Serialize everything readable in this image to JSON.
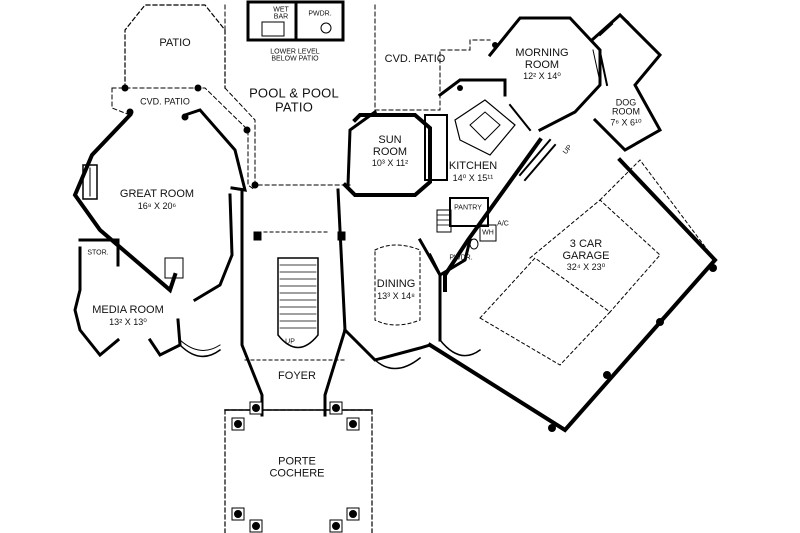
{
  "rooms": {
    "patio": {
      "name": "PATIO"
    },
    "wet_bar": {
      "name": "WET BAR"
    },
    "pwdr_upper": {
      "name": "PWDR."
    },
    "lower_level_note": {
      "name": "LOWER LEVEL BELOW PATIO"
    },
    "cvd_patio_top": {
      "name": "CVD. PATIO"
    },
    "morning_room": {
      "name": "MORNING ROOM",
      "dims": "12² X 14⁰"
    },
    "dog_room": {
      "name": "DOG ROOM",
      "dims": "7⁶ X 6¹⁰"
    },
    "pool_patio": {
      "name": "POOL & POOL PATIO"
    },
    "cvd_patio_left": {
      "name": "CVD. PATIO"
    },
    "sun_room": {
      "name": "SUN ROOM",
      "dims": "10³ X 11²"
    },
    "kitchen": {
      "name": "KITCHEN",
      "dims": "14⁰ X 15¹¹"
    },
    "great_room": {
      "name": "GREAT ROOM",
      "dims": "16⁸ X 20⁶"
    },
    "pantry": {
      "name": "PANTRY"
    },
    "ac": {
      "name": "A/C"
    },
    "wh": {
      "name": "WH"
    },
    "stor": {
      "name": "STOR."
    },
    "garage": {
      "name": "3 CAR GARAGE",
      "dims": "32⁴ X 23⁰"
    },
    "pwdr_lower": {
      "name": "PWDR."
    },
    "dining": {
      "name": "DINING",
      "dims": "13³ X 14⁸"
    },
    "media_room": {
      "name": "MEDIA ROOM",
      "dims": "13² X 13⁰"
    },
    "foyer": {
      "name": "FOYER"
    },
    "porte_cochere": {
      "name": "PORTE COCHERE"
    }
  },
  "markers": {
    "up_garage": "UP",
    "up_stair": "UP"
  }
}
